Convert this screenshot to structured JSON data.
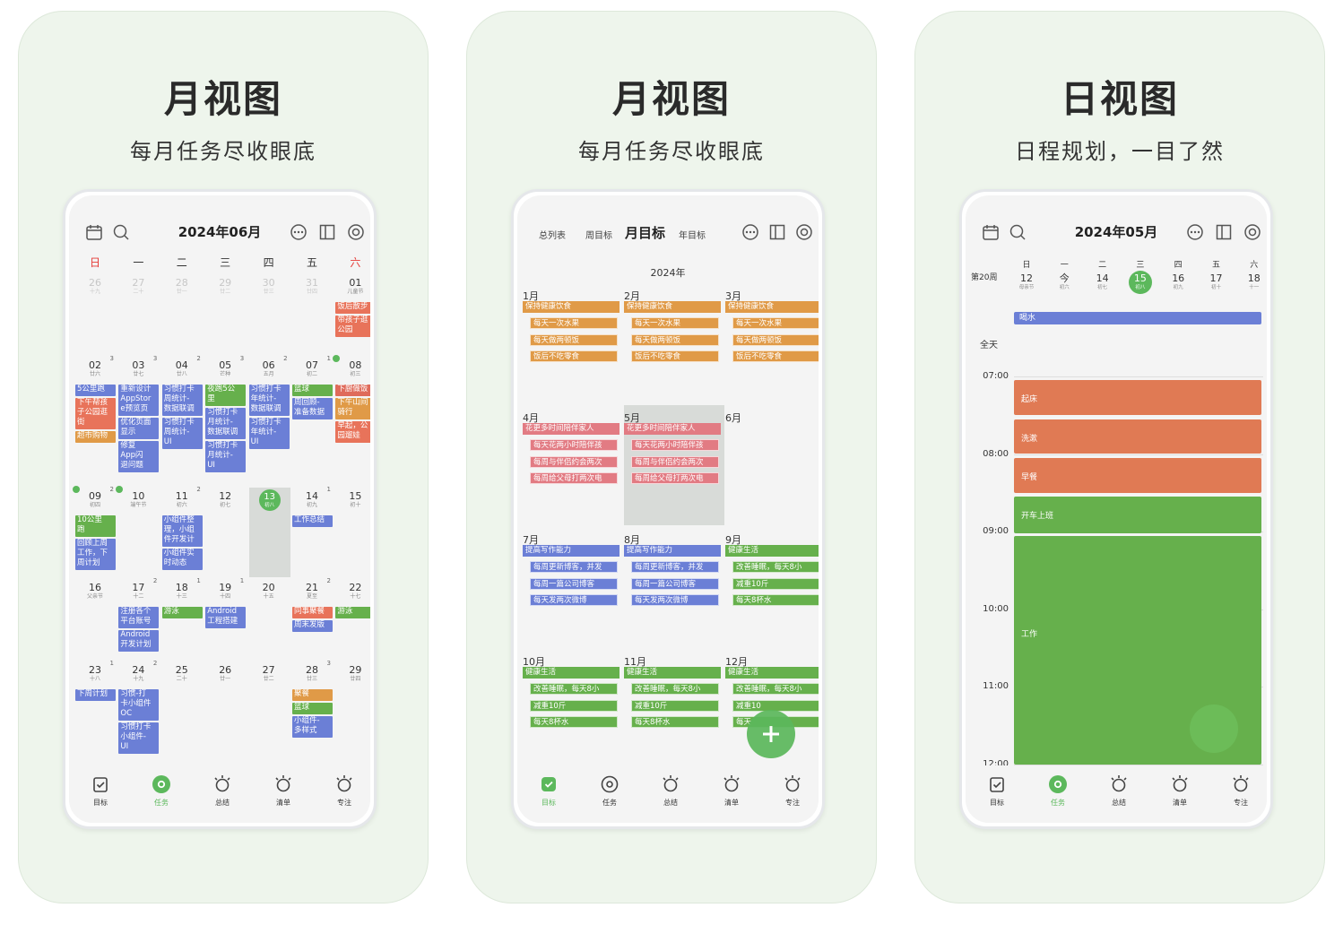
{
  "panels": [
    {
      "title": "月视图",
      "subtitle": "每月任务尽收眼底"
    },
    {
      "title": "月视图",
      "subtitle": "每月任务尽收眼底"
    },
    {
      "title": "日视图",
      "subtitle": "日程规划，一目了然"
    }
  ],
  "tabbar": {
    "items": [
      "目标",
      "任务",
      "总结",
      "清单",
      "专注"
    ]
  },
  "month_view": {
    "title": "2024年06月",
    "weekdays": [
      "日",
      "一",
      "二",
      "三",
      "四",
      "五",
      "六"
    ],
    "rows": [
      [
        {
          "n": "26",
          "l": "十九",
          "f": true
        },
        {
          "n": "27",
          "l": "二十",
          "f": true
        },
        {
          "n": "28",
          "l": "廿一",
          "f": true
        },
        {
          "n": "29",
          "l": "廿二",
          "f": true
        },
        {
          "n": "30",
          "l": "廿三",
          "f": true
        },
        {
          "n": "31",
          "l": "廿四",
          "f": true
        },
        {
          "n": "01",
          "l": "儿童节",
          "c": "2"
        }
      ],
      [
        {
          "n": "02",
          "l": "廿六",
          "c": "3"
        },
        {
          "n": "03",
          "l": "廿七",
          "c": "3"
        },
        {
          "n": "04",
          "l": "廿八",
          "c": "2"
        },
        {
          "n": "05",
          "l": "芒种",
          "c": "3"
        },
        {
          "n": "06",
          "l": "五月",
          "c": "2"
        },
        {
          "n": "07",
          "l": "初二",
          "c": "1"
        },
        {
          "n": "08",
          "l": "初三",
          "c": "3"
        }
      ],
      [
        {
          "n": "09",
          "l": "初四",
          "c": "2"
        },
        {
          "n": "10",
          "l": "端午节"
        },
        {
          "n": "11",
          "l": "初六",
          "c": "2"
        },
        {
          "n": "12",
          "l": "初七"
        },
        {
          "n": "13",
          "l": "初八",
          "today": true
        },
        {
          "n": "14",
          "l": "初九",
          "c": "1"
        },
        {
          "n": "15",
          "l": "初十"
        }
      ],
      [
        {
          "n": "16",
          "l": "父亲节"
        },
        {
          "n": "17",
          "l": "十二",
          "c": "2"
        },
        {
          "n": "18",
          "l": "十三",
          "c": "1"
        },
        {
          "n": "19",
          "l": "十四",
          "c": "1"
        },
        {
          "n": "20",
          "l": "十五"
        },
        {
          "n": "21",
          "l": "夏至",
          "c": "2"
        },
        {
          "n": "22",
          "l": "十七"
        }
      ],
      [
        {
          "n": "23",
          "l": "十八",
          "c": "1"
        },
        {
          "n": "24",
          "l": "十九",
          "c": "2"
        },
        {
          "n": "25",
          "l": "二十"
        },
        {
          "n": "26",
          "l": "廿一"
        },
        {
          "n": "27",
          "l": "廿二"
        },
        {
          "n": "28",
          "l": "廿三",
          "c": "3"
        },
        {
          "n": "29",
          "l": "廿四"
        }
      ]
    ],
    "events": [
      {
        "r": 0,
        "c": 6,
        "lines": [
          "饭后散步"
        ],
        "color": "c-salmon"
      },
      {
        "r": 0,
        "c": 6,
        "lines": [
          "带孩子逛",
          "公园"
        ],
        "color": "c-salmon"
      },
      {
        "r": 1,
        "c": 0,
        "lines": [
          "5公里跑"
        ],
        "color": "c-blue"
      },
      {
        "r": 1,
        "c": 0,
        "lines": [
          "下午帮孩",
          "子公园逛",
          "街"
        ],
        "color": "c-salmon"
      },
      {
        "r": 1,
        "c": 0,
        "lines": [
          "超市购物"
        ],
        "color": "c-orange"
      },
      {
        "r": 1,
        "c": 1,
        "lines": [
          "重新设计",
          "AppStor",
          "e预览页"
        ],
        "color": "c-blue"
      },
      {
        "r": 1,
        "c": 1,
        "lines": [
          "优化页面",
          "显示"
        ],
        "color": "c-blue"
      },
      {
        "r": 1,
        "c": 1,
        "lines": [
          "修复",
          "App闪",
          "退问题"
        ],
        "color": "c-blue"
      },
      {
        "r": 1,
        "c": 2,
        "lines": [
          "习惯打卡",
          "周统计-",
          "数据联调"
        ],
        "color": "c-blue"
      },
      {
        "r": 1,
        "c": 2,
        "lines": [
          "习惯打卡",
          "周统计-",
          "UI"
        ],
        "color": "c-blue"
      },
      {
        "r": 1,
        "c": 3,
        "lines": [
          "夜跑5公",
          "里"
        ],
        "color": "c-green"
      },
      {
        "r": 1,
        "c": 3,
        "lines": [
          "习惯打卡",
          "月统计-",
          "数据联调"
        ],
        "color": "c-blue"
      },
      {
        "r": 1,
        "c": 3,
        "lines": [
          "习惯打卡",
          "月统计-",
          "UI"
        ],
        "color": "c-blue"
      },
      {
        "r": 1,
        "c": 4,
        "lines": [
          "习惯打卡",
          "年统计-",
          "数据联调"
        ],
        "color": "c-blue"
      },
      {
        "r": 1,
        "c": 4,
        "lines": [
          "习惯打卡",
          "年统计-",
          "UI"
        ],
        "color": "c-blue"
      },
      {
        "r": 1,
        "c": 5,
        "lines": [
          "篮球"
        ],
        "color": "c-green"
      },
      {
        "r": 1,
        "c": 5,
        "lines": [
          "周回顾-",
          "准备数据"
        ],
        "color": "c-blue"
      },
      {
        "r": 1,
        "c": 6,
        "lines": [
          "下厨做饭"
        ],
        "color": "c-red"
      },
      {
        "r": 1,
        "c": 6,
        "lines": [
          "下午山间",
          "骑行"
        ],
        "color": "c-orange"
      },
      {
        "r": 1,
        "c": 6,
        "lines": [
          "早起，公",
          "园遛娃"
        ],
        "color": "c-salmon"
      },
      {
        "r": 2,
        "c": 0,
        "lines": [
          "10公里",
          "跑"
        ],
        "color": "c-green"
      },
      {
        "r": 2,
        "c": 0,
        "lines": [
          "回顾上周",
          "工作，下",
          "周计划"
        ],
        "color": "c-blue"
      },
      {
        "r": 2,
        "c": 2,
        "lines": [
          "小组件整",
          "理，小组",
          "件开发计"
        ],
        "color": "c-blue"
      },
      {
        "r": 2,
        "c": 2,
        "lines": [
          "小组件实",
          "时动态"
        ],
        "color": "c-blue"
      },
      {
        "r": 2,
        "c": 5,
        "lines": [
          "工作总结"
        ],
        "color": "c-blue"
      },
      {
        "r": 3,
        "c": 1,
        "lines": [
          "注册各个",
          "平台账号"
        ],
        "color": "c-blue"
      },
      {
        "r": 3,
        "c": 1,
        "lines": [
          "Android",
          "开发计划"
        ],
        "color": "c-blue"
      },
      {
        "r": 3,
        "c": 2,
        "lines": [
          "游泳"
        ],
        "color": "c-green"
      },
      {
        "r": 3,
        "c": 3,
        "lines": [
          "Android",
          "工程搭建"
        ],
        "color": "c-blue"
      },
      {
        "r": 3,
        "c": 5,
        "lines": [
          "同事聚餐"
        ],
        "color": "c-salmon"
      },
      {
        "r": 3,
        "c": 5,
        "lines": [
          "周末发版"
        ],
        "color": "c-blue"
      },
      {
        "r": 3,
        "c": 6,
        "lines": [
          "游泳"
        ],
        "color": "c-green"
      },
      {
        "r": 4,
        "c": 0,
        "lines": [
          "下周计划"
        ],
        "color": "c-blue"
      },
      {
        "r": 4,
        "c": 1,
        "lines": [
          "习惯-打",
          "卡小组件",
          "OC"
        ],
        "color": "c-blue"
      },
      {
        "r": 4,
        "c": 1,
        "lines": [
          "习惯打卡",
          "小组件-",
          "UI"
        ],
        "color": "c-blue"
      },
      {
        "r": 4,
        "c": 5,
        "lines": [
          "聚餐"
        ],
        "color": "c-orange"
      },
      {
        "r": 4,
        "c": 5,
        "lines": [
          "篮球"
        ],
        "color": "c-green"
      },
      {
        "r": 4,
        "c": 5,
        "lines": [
          "小组件-",
          "多样式"
        ],
        "color": "c-blue"
      }
    ]
  },
  "year_view": {
    "tabs": [
      "总列表",
      "周目标",
      "月目标",
      "年目标"
    ],
    "year": "2024年",
    "months": [
      {
        "label": "1月",
        "goal": "保持健康饮食",
        "color": "c-orange",
        "subs": [
          "每天一次水果",
          "每天做两顿饭",
          "饭后不吃零食"
        ]
      },
      {
        "label": "2月",
        "goal": "保持健康饮食",
        "color": "c-orange",
        "subs": [
          "每天一次水果",
          "每天做两顿饭",
          "饭后不吃零食"
        ]
      },
      {
        "label": "3月",
        "goal": "保持健康饮食",
        "color": "c-orange",
        "subs": [
          "每天一次水果",
          "每天做两顿饭",
          "饭后不吃零食"
        ]
      },
      {
        "label": "4月",
        "goal": "花更多时间陪伴家人",
        "color": "c-pink",
        "subs": [
          "每天花两小时陪伴孩",
          "每周与伴侣约会两次",
          "每周给父母打两次电"
        ]
      },
      {
        "label": "5月",
        "goal": "花更多时间陪伴家人",
        "color": "c-pink",
        "subs": [
          "每天花两小时陪伴孩",
          "每周与伴侣约会两次",
          "每周给父母打两次电"
        ],
        "current": true
      },
      {
        "label": "6月",
        "goal": "",
        "color": "",
        "subs": []
      },
      {
        "label": "7月",
        "goal": "提高写作能力",
        "color": "c-blue",
        "subs": [
          "每周更新博客，并发",
          "每周一篇公司博客",
          "每天发两次微博"
        ]
      },
      {
        "label": "8月",
        "goal": "提高写作能力",
        "color": "c-blue",
        "subs": [
          "每周更新博客，并发",
          "每周一篇公司博客",
          "每天发两次微博"
        ]
      },
      {
        "label": "9月",
        "goal": "健康生活",
        "color": "c-green",
        "subs": [
          "改善睡眠，每天8小",
          "减重10斤",
          "每天8杯水"
        ]
      },
      {
        "label": "10月",
        "goal": "健康生活",
        "color": "c-green",
        "subs": [
          "改善睡眠，每天8小",
          "减重10斤",
          "每天8杯水"
        ]
      },
      {
        "label": "11月",
        "goal": "健康生活",
        "color": "c-green",
        "subs": [
          "改善睡眠，每天8小",
          "减重10斤",
          "每天8杯水"
        ]
      },
      {
        "label": "12月",
        "goal": "健康生活",
        "color": "c-green",
        "subs": [
          "改善睡眠，每天8小",
          "减重10",
          "每天"
        ]
      }
    ]
  },
  "day_view": {
    "title": "2024年05月",
    "week_label": "第20周",
    "days": [
      {
        "w": "日",
        "n": "12",
        "l": "母亲节"
      },
      {
        "w": "一",
        "n": "今",
        "l": "初六"
      },
      {
        "w": "二",
        "n": "14",
        "l": "初七"
      },
      {
        "w": "三",
        "n": "15",
        "l": "初八",
        "today": true
      },
      {
        "w": "四",
        "n": "16",
        "l": "初九"
      },
      {
        "w": "五",
        "n": "17",
        "l": "初十"
      },
      {
        "w": "六",
        "n": "18",
        "l": "十一"
      }
    ],
    "allday_label": "全天",
    "allday_event": "喝水",
    "times": [
      "07:00",
      "08:00",
      "09:00",
      "10:00",
      "11:00",
      "12:00"
    ],
    "blocks": [
      {
        "label": "起床",
        "color": "#e07a54"
      },
      {
        "label": "洗漱",
        "color": "#e07a54"
      },
      {
        "label": "早餐",
        "color": "#e07a54"
      },
      {
        "label": "开车上班",
        "color": "#66b04c"
      },
      {
        "label": "工作",
        "color": "#66b04c"
      }
    ]
  }
}
